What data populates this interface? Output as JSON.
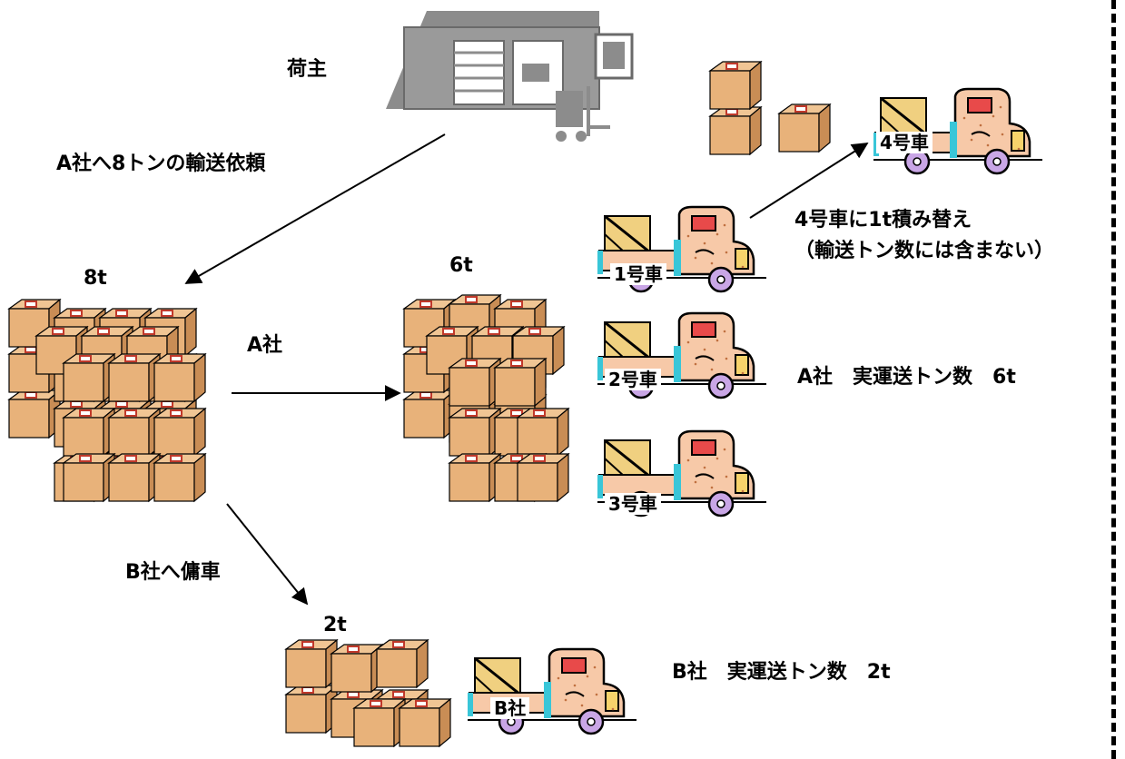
{
  "labels": {
    "shipper": "荷主",
    "request": "A社へ8トンの輸送依頼",
    "total_load": "8t",
    "company_a_arrow": "A社",
    "a_load": "6t",
    "transfer_line1": "4号車に1t積み替え",
    "transfer_line2": "（輸送トン数には含まない）",
    "a_actual": "A社　実運送トン数　6t",
    "subcontract": "B社へ傭車",
    "b_load": "2t",
    "b_actual": "B社　実運送トン数　2t"
  },
  "trucks": [
    {
      "label": "4号車"
    },
    {
      "label": "1号車"
    },
    {
      "label": "2号車"
    },
    {
      "label": "3号車"
    },
    {
      "label": "B社"
    }
  ],
  "colors": {
    "box": "#e8b27a",
    "box_dark": "#c98d55",
    "truck_body": "#f7c9a8",
    "wheel": "#c9a6e6",
    "cab_cyan": "#39c6d8",
    "warehouse": "#8c8c8c"
  }
}
